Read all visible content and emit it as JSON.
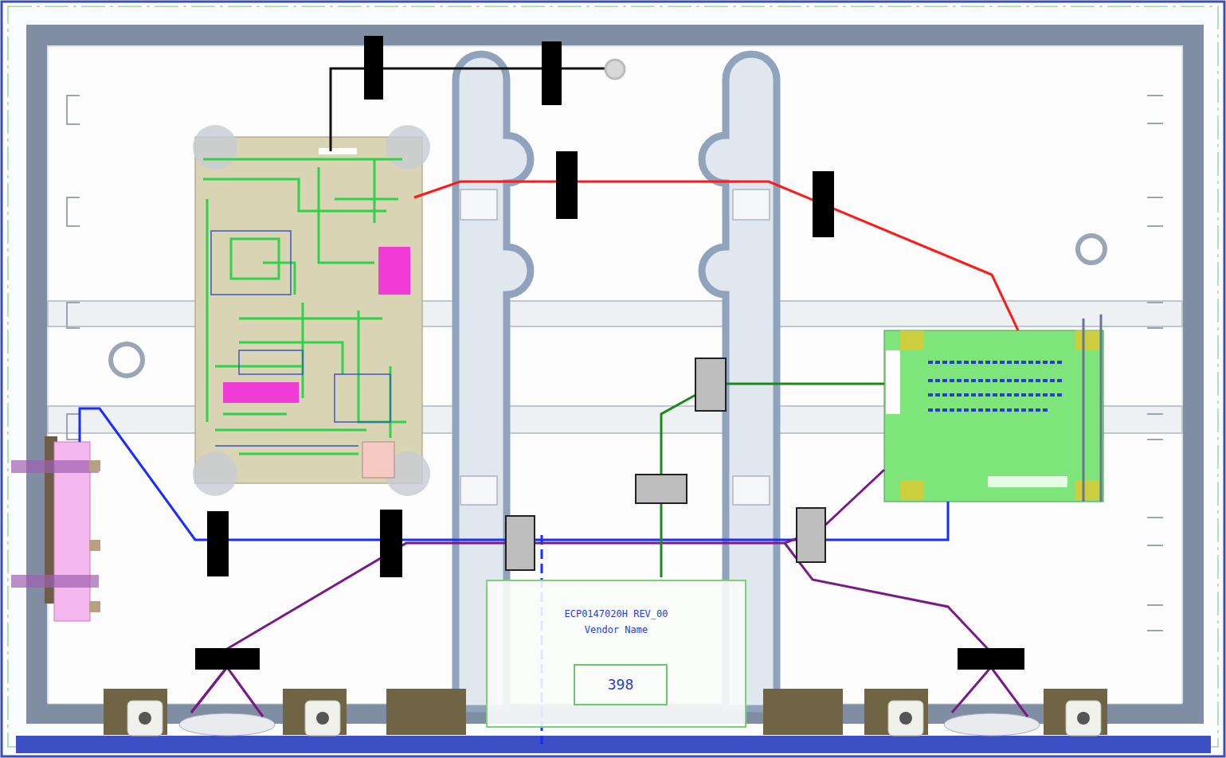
{
  "diagram": {
    "nodes": [
      {
        "text": [
          "ECP0147020H REV_00",
          "Vendor Name"
        ]
      },
      {
        "text": [
          "398"
        ],
        "in": 0
      }
    ]
  }
}
